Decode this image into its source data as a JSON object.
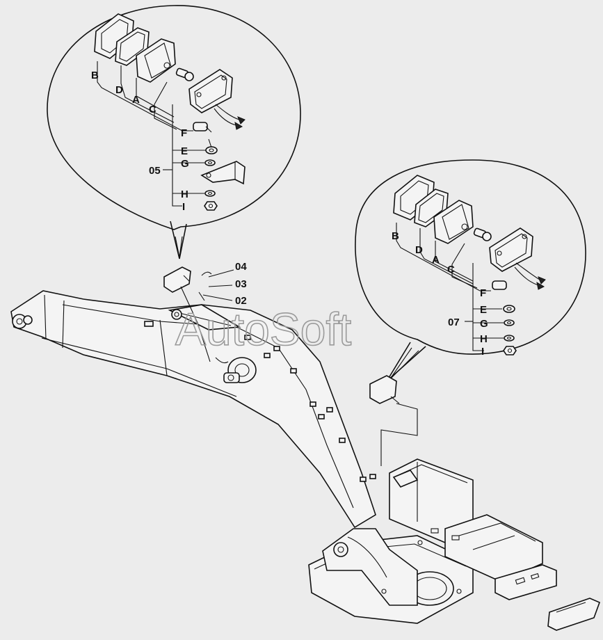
{
  "watermark": "AutoSoft",
  "callouts": {
    "main_light": [
      "04",
      "03",
      "02"
    ],
    "left_group": "05",
    "right_group": "07"
  },
  "detail_left": {
    "labels": [
      "B",
      "D",
      "A",
      "C",
      "F",
      "E",
      "G",
      "H",
      "I"
    ]
  },
  "detail_right": {
    "labels": [
      "B",
      "D",
      "A",
      "C",
      "F",
      "E",
      "G",
      "H",
      "I"
    ]
  }
}
